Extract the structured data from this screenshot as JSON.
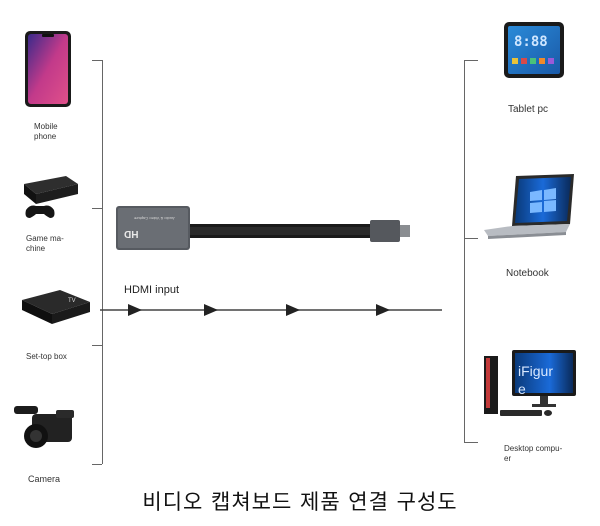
{
  "left_devices": [
    {
      "label": "Mobile\nphone",
      "icon": "smartphone-icon"
    },
    {
      "label": "Game ma-\nchine",
      "icon": "game-console-icon"
    },
    {
      "label": "Set-top box",
      "icon": "set-top-box-icon"
    },
    {
      "label": "Camera",
      "icon": "video-camera-icon"
    }
  ],
  "right_devices": [
    {
      "label": "Tablet pc",
      "icon": "tablet-icon"
    },
    {
      "label": "Notebook",
      "icon": "laptop-icon"
    },
    {
      "label": "Desktop compu-\ner",
      "icon": "desktop-computer-icon"
    }
  ],
  "adapter": {
    "brand_text": "HD",
    "small_text": "Audio & Video Capture"
  },
  "hdmi_label": "HDMI input",
  "monitor_text": "iFigure",
  "tablet_clock": "8:88",
  "caption": "비디오 캡쳐보드 제품 연결 구성도"
}
